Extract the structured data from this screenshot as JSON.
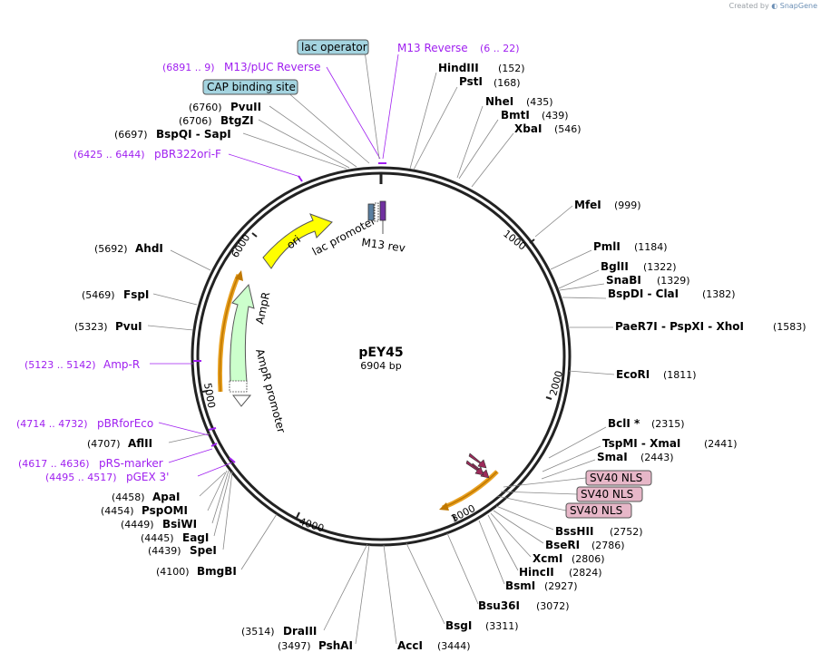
{
  "credit": {
    "prefix": "Created by",
    "brand": "SnapGene"
  },
  "plasmid": {
    "name": "pEY45",
    "length": "6904 bp",
    "total_bp": 6904
  },
  "ticks": [
    "1000",
    "2000",
    "3000",
    "4000",
    "5000",
    "6000"
  ],
  "enzymes": [
    {
      "name": "HindIII",
      "pos": "(152)"
    },
    {
      "name": "PstI",
      "pos": "(168)"
    },
    {
      "name": "NheI",
      "pos": "(435)"
    },
    {
      "name": "BmtI",
      "pos": "(439)"
    },
    {
      "name": "XbaI",
      "pos": "(546)"
    },
    {
      "name": "MfeI",
      "pos": "(999)"
    },
    {
      "name": "PmlI",
      "pos": "(1184)"
    },
    {
      "name": "BglII",
      "pos": "(1322)"
    },
    {
      "name": "SnaBI",
      "pos": "(1329)"
    },
    {
      "name": "BspDI - ClaI",
      "pos": "(1382)"
    },
    {
      "name": "PaeR7I - PspXI - XhoI",
      "pos": "(1583)"
    },
    {
      "name": "EcoRI",
      "pos": "(1811)"
    },
    {
      "name": "BclI *",
      "pos": "(2315)"
    },
    {
      "name": "TspMI - XmaI",
      "pos": "(2441)"
    },
    {
      "name": "SmaI",
      "pos": "(2443)"
    },
    {
      "name": "BssHII",
      "pos": "(2752)"
    },
    {
      "name": "BseRI",
      "pos": "(2786)"
    },
    {
      "name": "XcmI",
      "pos": "(2806)"
    },
    {
      "name": "HincII",
      "pos": "(2824)"
    },
    {
      "name": "BsmI",
      "pos": "(2927)"
    },
    {
      "name": "Bsu36I",
      "pos": "(3072)"
    },
    {
      "name": "BsgI",
      "pos": "(3311)"
    },
    {
      "name": "AccI",
      "pos": "(3444)"
    },
    {
      "name": "PshAI",
      "pos": "(3497)"
    },
    {
      "name": "DraIII",
      "pos": "(3514)"
    },
    {
      "name": "BmgBI",
      "pos": "(4100)"
    },
    {
      "name": "SpeI",
      "pos": "(4439)"
    },
    {
      "name": "EagI",
      "pos": "(4445)"
    },
    {
      "name": "BsiWI",
      "pos": "(4449)"
    },
    {
      "name": "PspOMI",
      "pos": "(4454)"
    },
    {
      "name": "ApaI",
      "pos": "(4458)"
    },
    {
      "name": "AflII",
      "pos": "(4707)"
    },
    {
      "name": "PvuI",
      "pos": "(5323)"
    },
    {
      "name": "FspI",
      "pos": "(5469)"
    },
    {
      "name": "AhdI",
      "pos": "(5692)"
    },
    {
      "name": "BspQI - SapI",
      "pos": "(6697)"
    },
    {
      "name": "BtgZI",
      "pos": "(6706)"
    },
    {
      "name": "PvuII",
      "pos": "(6760)"
    }
  ],
  "primers": [
    {
      "name": "M13 Reverse",
      "range": "(6 .. 22)"
    },
    {
      "name": "M13/pUC Reverse",
      "range": "(6891 .. 9)"
    },
    {
      "name": "pBR322ori-F",
      "range": "(6425 .. 6444)"
    },
    {
      "name": "Amp-R",
      "range": "(5123 .. 5142)"
    },
    {
      "name": "pBRforEco",
      "range": "(4714 .. 4732)"
    },
    {
      "name": "pRS-marker",
      "range": "(4617 .. 4636)"
    },
    {
      "name": "pGEX 3'",
      "range": "(4495 .. 4517)"
    }
  ],
  "boxed_features": [
    {
      "label": "lac operator",
      "color": "#a4d4e0"
    },
    {
      "label": "CAP binding site",
      "color": "#a4d4e0"
    },
    {
      "label": "SV40 NLS",
      "color": "#e7b7c8"
    },
    {
      "label": "SV40 NLS",
      "color": "#e7b7c8"
    },
    {
      "label": "SV40 NLS",
      "color": "#e7b7c8"
    }
  ],
  "arc_features": [
    {
      "label": "ori",
      "color": "#ffff00"
    },
    {
      "label": "lac promoter",
      "color": "#ffffff"
    },
    {
      "label": "M13 rev",
      "color": "#7030a0"
    },
    {
      "label": "AmpR",
      "color": "#ccffcc"
    },
    {
      "label": "AmpR promoter",
      "color": "#ffffff"
    }
  ],
  "colors": {
    "primer": "#a020f0",
    "backbone": "#222222",
    "orf_highlight": "#f0a030"
  }
}
